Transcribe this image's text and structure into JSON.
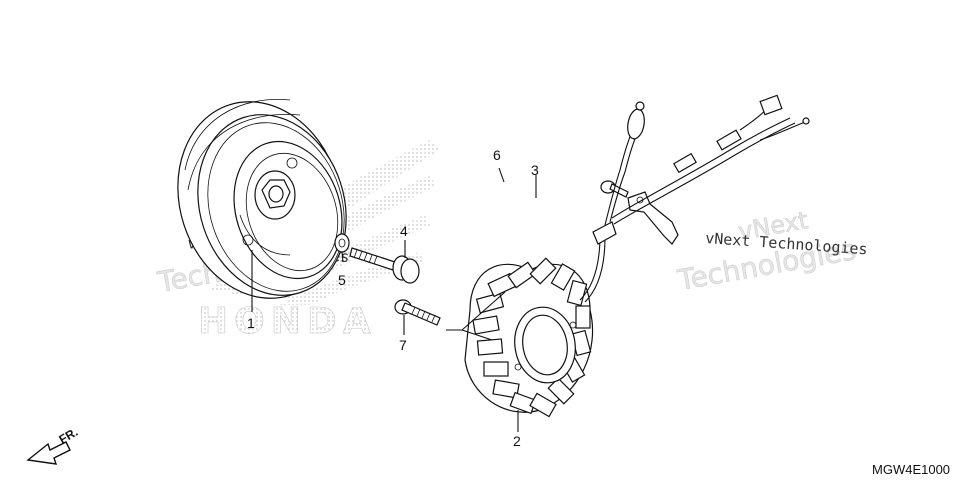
{
  "diagram": {
    "part_code": "MGW4E1000",
    "direction_label": "FR.",
    "logo_text": "HONDA",
    "watermark": {
      "line1": "vNext",
      "line2": "Technologies",
      "small": "vNext Technologies"
    },
    "callouts": [
      "1",
      "2",
      "3",
      "4",
      "5",
      "6",
      "7"
    ]
  }
}
